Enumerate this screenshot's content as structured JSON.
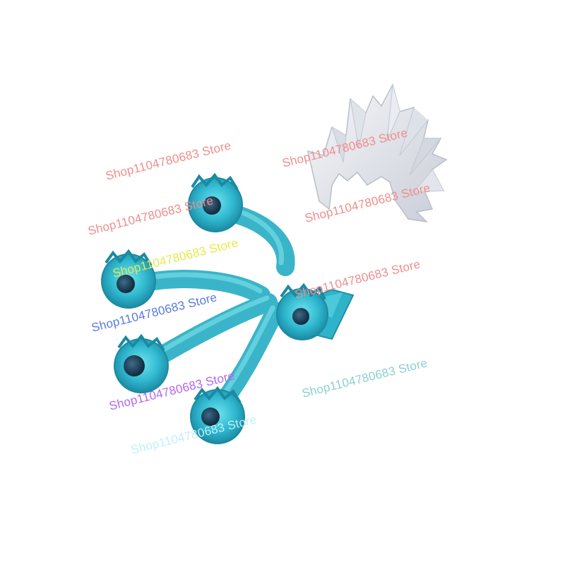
{
  "watermarks": [
    {
      "text": "Shop1104780683 Store",
      "color": "#f08c8c"
    },
    {
      "text": "Shop1104780683 Store",
      "color": "#f08c8c"
    },
    {
      "text": "Shop1104780683 Store",
      "color": "#f08c8c"
    },
    {
      "text": "Shop1104780683 Store",
      "color": "#f08c8c"
    },
    {
      "text": "Shop1104780683 Store",
      "color": "#e8e84a"
    },
    {
      "text": "Shop1104780683 Store",
      "color": "#f08c8c"
    },
    {
      "text": "Shop1104780683 Store",
      "color": "#5a78e0"
    },
    {
      "text": "Shop1104780683 Store",
      "color": "#b266f0"
    },
    {
      "text": "Shop1104780683 Store",
      "color": "#8ad0d0"
    },
    {
      "text": "Shop1104780683 Store",
      "color": "#bff0f5"
    }
  ],
  "objects": [
    {
      "name": "translucent cyan energy-orb attachment",
      "color": "#37c3d6",
      "orb_count": 5
    },
    {
      "name": "white spiky hair piece",
      "color": "#e6e9ef"
    }
  ]
}
